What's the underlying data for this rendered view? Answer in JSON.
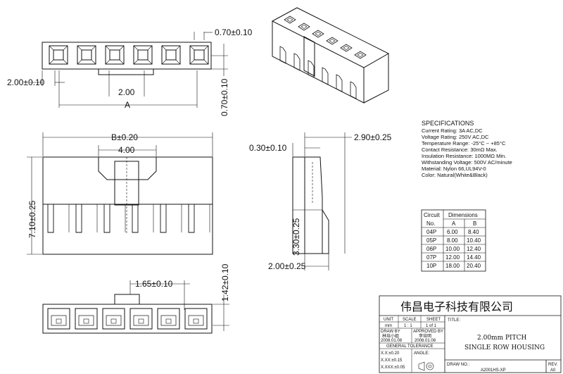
{
  "dimensions": {
    "top_wall": "0.70±0.10",
    "top_left": "2.00±0.10",
    "top_pitch": "2.00",
    "top_a": "A",
    "top_right_vert": "0.70±0.10",
    "front_b": "B±0.20",
    "front_4": "4.00",
    "front_height": "7.10±0.25",
    "side_top": "0.30±0.10",
    "side_right": "2.90±0.25",
    "side_height": "3.30±0.25",
    "side_bottom": "2.00±0.25",
    "bottom_1": "1.65±0.10",
    "bottom_vert": "1.42±0.10"
  },
  "specifications": {
    "heading": "SPECIFICATIONS",
    "lines": [
      "Current Rating:  3A  AC,DC",
      "Voltage Rating:  250V  AC,DC",
      "Temperature Range:  -25°C  ~  +85°C",
      "Contact Resistance:  30mΩ  Max.",
      "Insulation Resistance:  1000MΩ  Min.",
      "Withstanding Voltage:  500V  AC/minute",
      "Material:  Nylon  66,UL94V-0",
      "Color:  Natural(White&Black)"
    ]
  },
  "table": {
    "h_circuit": "Circuit",
    "h_dimensions": "Dimensions",
    "h_no": "No.",
    "h_a": "A",
    "h_b": "B",
    "rows": [
      {
        "c": "04P",
        "a": "6.00",
        "b": "8.40"
      },
      {
        "c": "05P",
        "a": "8.00",
        "b": "10.40"
      },
      {
        "c": "06P",
        "a": "10.00",
        "b": "12.40"
      },
      {
        "c": "07P",
        "a": "12.00",
        "b": "14.40"
      },
      {
        "c": "10P",
        "a": "18.00",
        "b": "20.40"
      }
    ]
  },
  "title_block": {
    "company": "伟昌电子科技有限公司",
    "unit_label": "UNIT",
    "scale_label": "SCALE",
    "sheet_label": "SHEET",
    "unit": "mm",
    "scale": "1 : 1",
    "sheet": "1 of 1",
    "drawn_label": "DRAW BY",
    "approved_label": "APPROVED BY",
    "drawn_name": "林培小姐",
    "approved_name": "李培明",
    "drawn_date": "2008.01.08",
    "approved_date": "2008.01.08",
    "tol_label": "GENERAL TOLERANCE",
    "angle_label": "ANGLE:",
    "tol1": "X.X:±0.20",
    "tol2": "X.XX:±0.15",
    "tol3": "X.XXX:±0.05",
    "title_label": "TITLE:",
    "title1": "2.00mm PITCH",
    "title2": "SINGLE ROW HOUSING",
    "draw_no_label": "DRAW NO.:",
    "draw_no": "A2001HS-XP",
    "rev_label": "REV.",
    "rev": "A0"
  }
}
